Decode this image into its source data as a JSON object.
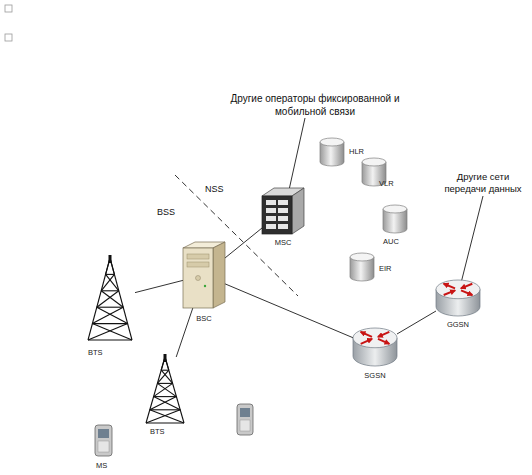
{
  "diagram": {
    "nodes": [
      {
        "text": [
          "HLR"
        ]
      },
      {
        "text": [
          "VLR"
        ]
      },
      {
        "text": [
          "MSC"
        ]
      },
      {
        "text": [
          "AUC"
        ]
      },
      {
        "text": [
          "EIR"
        ]
      },
      {
        "text": [
          "GGSN"
        ]
      },
      {
        "text": [
          "BSC"
        ]
      },
      {
        "text": [
          "BTS"
        ]
      },
      {
        "text": [
          "SGSN"
        ]
      },
      {
        "text": [
          "BTS"
        ]
      },
      {
        "text": [
          "MS"
        ]
      }
    ],
    "edges": [
      {
        "from": 6,
        "to": 2,
        "arrow": "none"
      },
      {
        "from": 6,
        "to": 8,
        "arrow": "none"
      },
      {
        "from": 8,
        "to": 5,
        "arrow": "none"
      },
      {
        "from": 7,
        "to": 6,
        "arrow": "none"
      },
      {
        "from": 9,
        "to": 6,
        "arrow": "none"
      }
    ],
    "labels": [
      "Другие операторы фиксированной и мобильной связи",
      "Другие сети передачи данных",
      "NSS",
      "BSS"
    ]
  }
}
